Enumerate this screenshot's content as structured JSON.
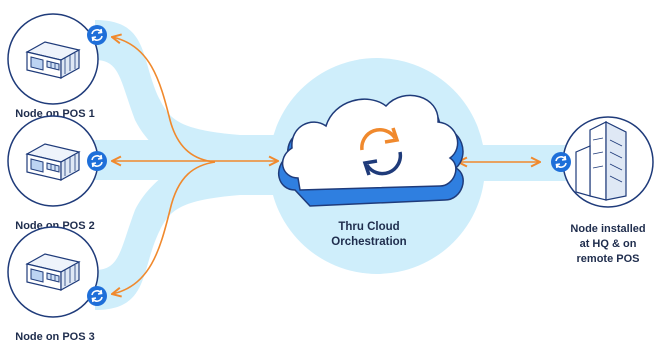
{
  "nodes": [
    {
      "label": "Node on POS 1"
    },
    {
      "label": "Node on POS 2"
    },
    {
      "label": "Node on POS 3"
    }
  ],
  "hq": {
    "lines": [
      "Node installed",
      "at HQ & on",
      "remote POS"
    ]
  },
  "cloud": {
    "lines": [
      "Thru Cloud",
      "Orchestration"
    ]
  },
  "colors": {
    "band": "#cfeefb",
    "arrow": "#f0892d",
    "sync_badge": "#1e6fd9",
    "cloud_front": "#ffffff",
    "cloud_side": "#2f7fe0",
    "outline": "#1f3b7a"
  },
  "icons": [
    "store-icon",
    "sync-icon",
    "cloud-icon",
    "building-icon"
  ]
}
